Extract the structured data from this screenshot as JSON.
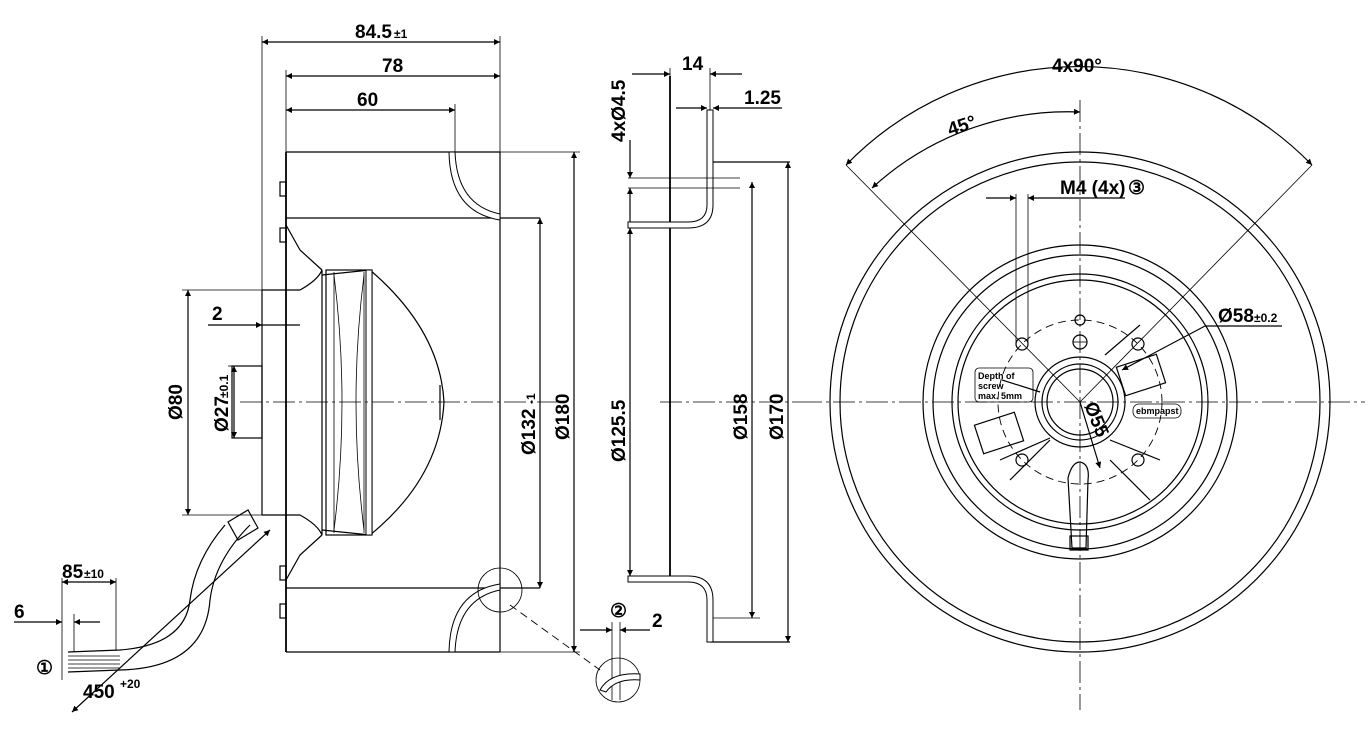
{
  "side_view": {
    "overall_length": "84.5",
    "overall_length_tol": "±1",
    "length_78": "78",
    "length_60": "60",
    "flange_2": "2",
    "dia_80": "Ø80",
    "dia_27": "Ø27",
    "dia_27_tol": "±0.1",
    "dia_132": "Ø132",
    "dia_132_tol": "-1",
    "dia_180": "Ø180",
    "cable_85": "85",
    "cable_85_tol": "±10",
    "cable_6": "6",
    "cable_450": "450",
    "cable_450_tol": "+20",
    "callout_1": "①"
  },
  "section_view": {
    "width_14": "14",
    "thickness_125": "1.25",
    "holes": "4xØ4.5",
    "dia_1255": "Ø125.5",
    "dia_158": "Ø158",
    "dia_170": "Ø170",
    "callout_2": "②",
    "gap_2": "2"
  },
  "front_view": {
    "angle_4x90": "4x90°",
    "angle_45": "45°",
    "thread": "M4 (4x)",
    "callout_3": "③",
    "dia_58": "Ø58",
    "dia_58_tol": "±0.2",
    "dia_55": "Ø55",
    "note_line1": "Depth of",
    "note_line2": "screw",
    "note_line3": "max. 5mm",
    "brand": "ebmpapst"
  }
}
